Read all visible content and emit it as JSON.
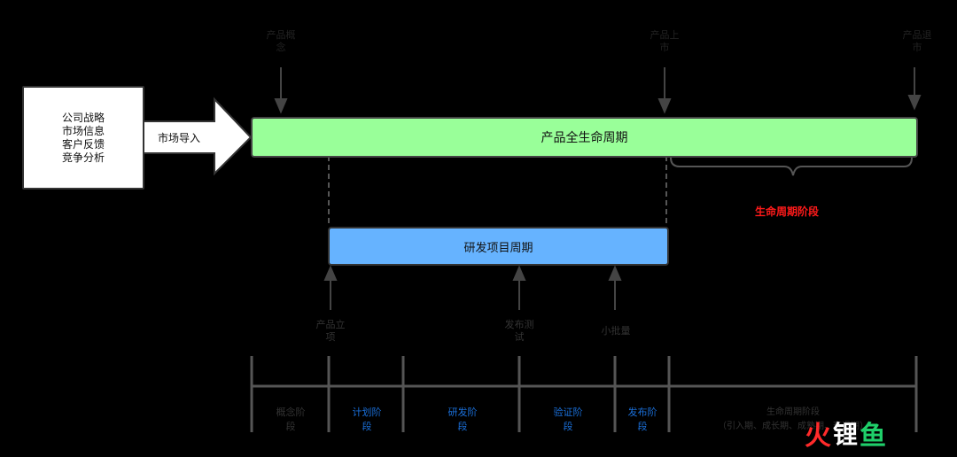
{
  "inputs_box": {
    "lines": [
      "公司战略",
      "市场信息",
      "客户反馈",
      "竞争分析"
    ]
  },
  "market_entry_label": "市场导入",
  "product_lifecycle_label": "产品全生命周期",
  "rd_cycle_label": "研发项目周期",
  "top_markers": [
    {
      "lines": [
        "产品概",
        "念"
      ]
    },
    {
      "lines": [
        "产品上",
        "市"
      ]
    },
    {
      "lines": [
        "产品退",
        "市"
      ]
    }
  ],
  "lifecycle_stage_label": "生命周期阶段",
  "bottom_markers": [
    {
      "lines": [
        "产品立",
        "项"
      ]
    },
    {
      "lines": [
        "发布测",
        "试"
      ]
    },
    {
      "lines": [
        "小批量"
      ]
    }
  ],
  "phases": [
    {
      "lines": [
        "概念阶",
        "段"
      ],
      "style": "gray"
    },
    {
      "lines": [
        "计划阶",
        "段"
      ],
      "style": "blue"
    },
    {
      "lines": [
        "研发阶",
        "段"
      ],
      "style": "blue"
    },
    {
      "lines": [
        "验证阶",
        "段"
      ],
      "style": "blue"
    },
    {
      "lines": [
        "发布阶",
        "段"
      ],
      "style": "blue"
    },
    {
      "lines": [
        "生命周期阶段",
        "（引入期、成长期、成熟期、衰退期）"
      ],
      "style": "gray"
    }
  ],
  "watermark": {
    "chars": [
      "火",
      "锂",
      "鱼"
    ]
  },
  "colors": {
    "background": "#000000",
    "lifecycle_bar": "#99ff99",
    "rd_bar": "#66b3ff",
    "phase_blue": "#1a6fd9",
    "lifecycle_stage_red": "#ff1a1a"
  }
}
